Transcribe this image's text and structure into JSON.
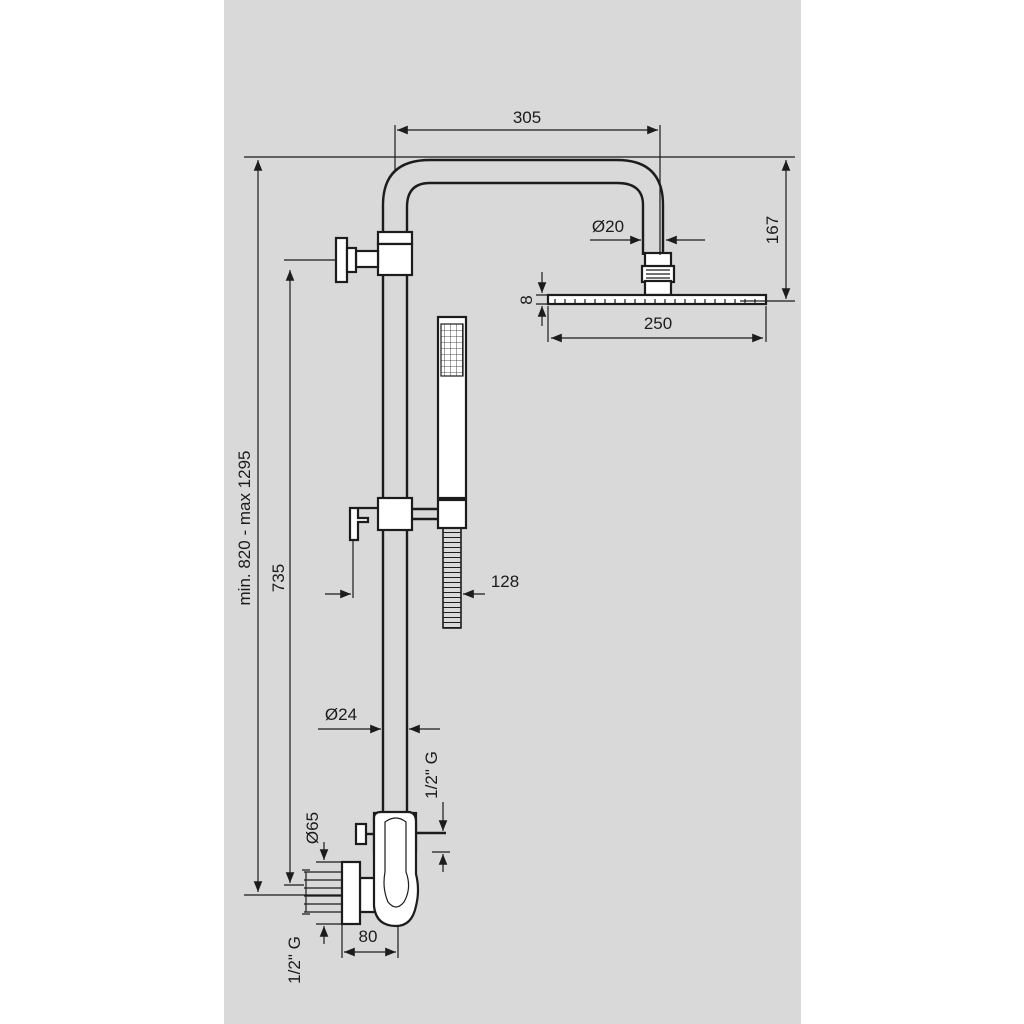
{
  "diagram": {
    "panel_color": "#d9d9d9",
    "line_color": "#1c1c1c",
    "dimensions": {
      "arm_length": "305",
      "arm_diameter": "Ø20",
      "arm_height": "167",
      "head_thickness": "8",
      "head_width": "250",
      "total_height": "min. 820 - max 1295",
      "rail_height": "735",
      "handshower_offset": "128",
      "rail_diameter": "Ø24",
      "outlet_thread": "1/2\" G",
      "flange_diameter": "Ø65",
      "inlet_thread": "1/2\" G",
      "mixer_depth": "80"
    }
  }
}
